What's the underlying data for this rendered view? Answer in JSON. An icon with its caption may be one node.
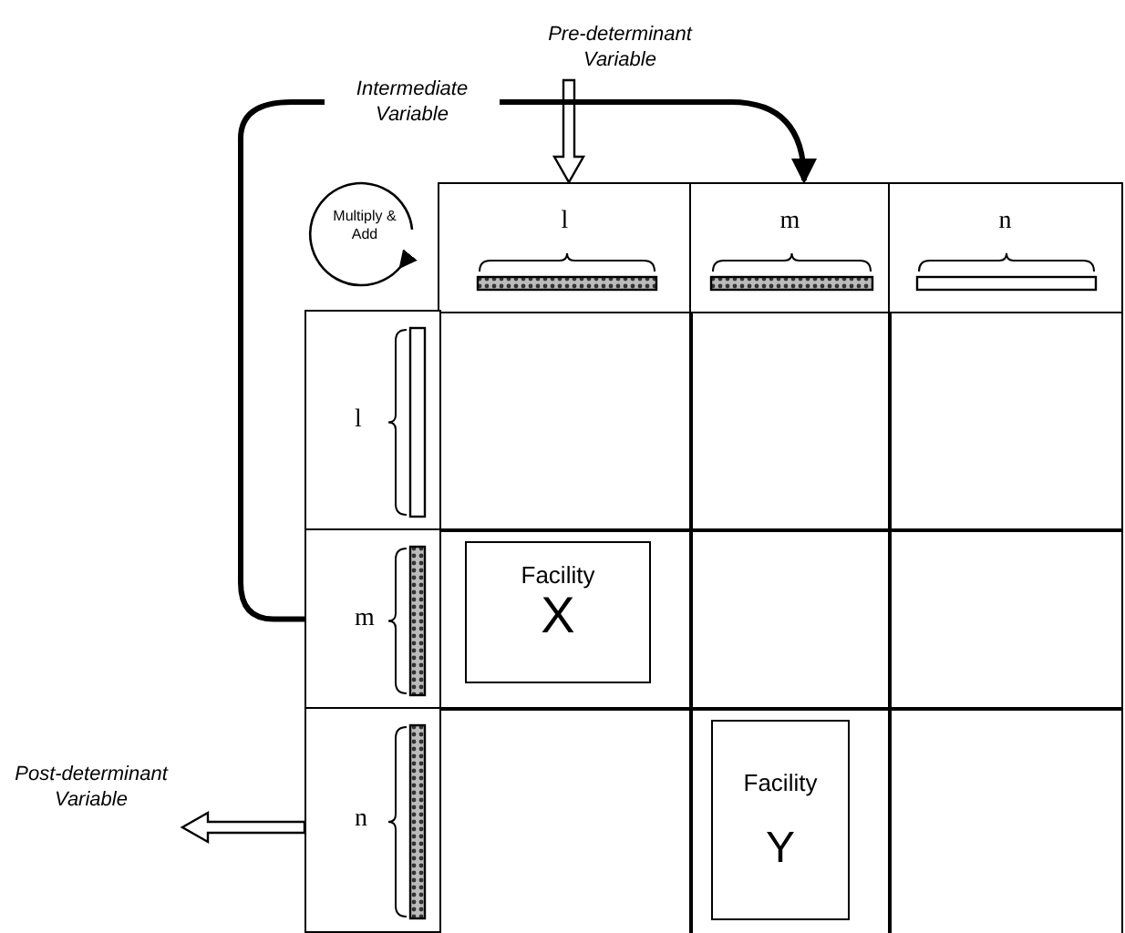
{
  "diagram": {
    "nodes": [
      {
        "text": [
          "Pre-determinant Variable"
        ]
      },
      {
        "text": [
          "Multiply & Add"
        ]
      },
      {
        "text": [
          "l"
        ]
      },
      {
        "text": [
          "m"
        ]
      },
      {
        "text": [
          "n"
        ]
      },
      {
        "text": [
          "l"
        ]
      },
      {
        "text": [
          "m"
        ]
      },
      {
        "text": [
          "n"
        ]
      },
      {
        "text": [
          "Facility",
          "X"
        ]
      },
      {
        "text": [
          "Facility",
          "Y"
        ]
      },
      {
        "text": [
          "Post-determinant Variable"
        ]
      }
    ],
    "edges": [
      {
        "from": 0,
        "to": 2,
        "arrow": "to"
      },
      {
        "from": 6,
        "to": 3,
        "arrow": "to",
        "label": "Intermediate Variable"
      },
      {
        "from": 7,
        "to": 10,
        "arrow": "to"
      }
    ]
  }
}
